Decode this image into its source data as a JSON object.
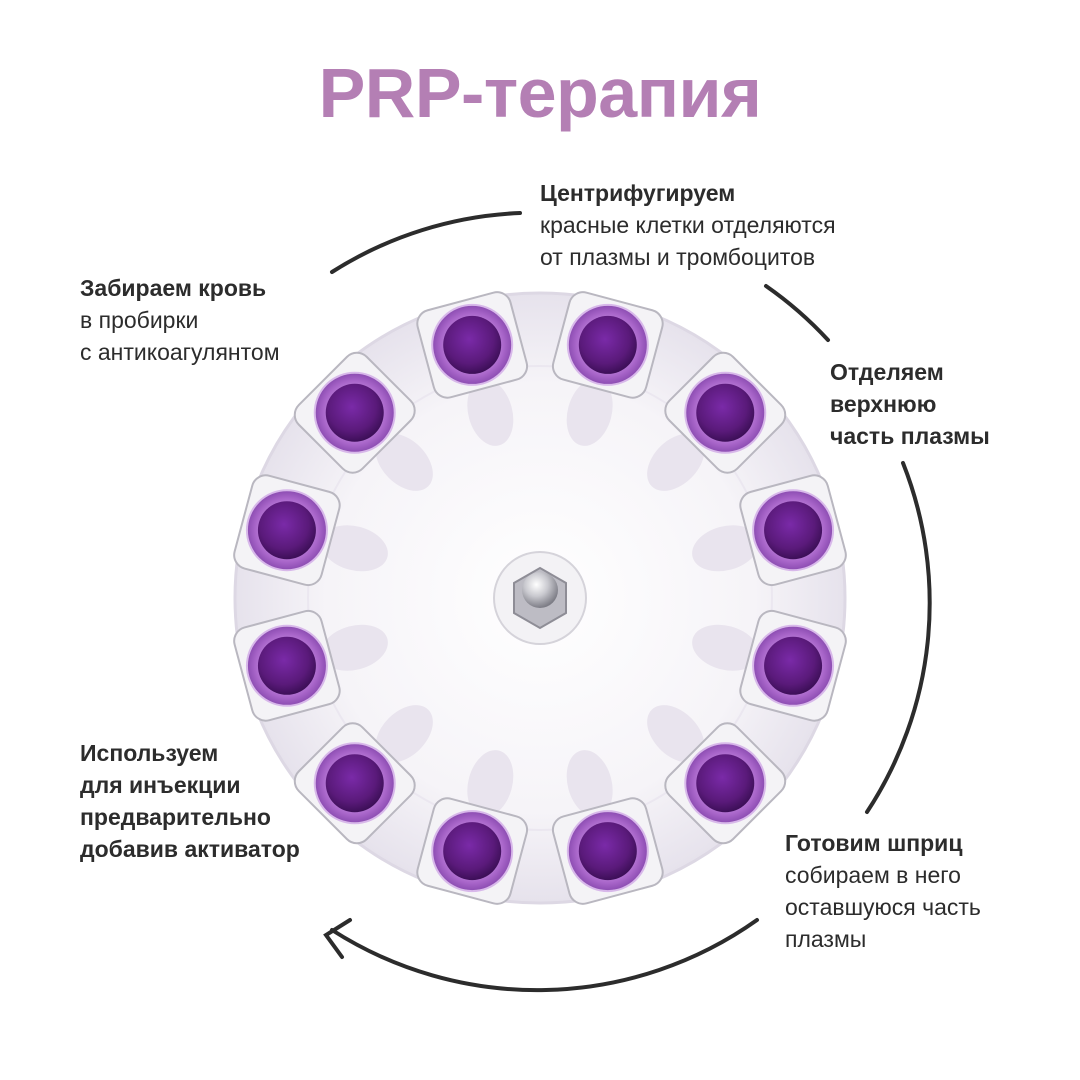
{
  "title": "PRP-терапия",
  "colors": {
    "title": "#b47fb4",
    "tube_cap": "#a865c9",
    "tube_inner": "#5a1a7a",
    "arrow": "#2c2c2c",
    "text": "#2c2c2c"
  },
  "steps": [
    {
      "heading": "Забираем кровь",
      "lines": [
        "в пробирки",
        "с антикоагулянтом"
      ]
    },
    {
      "heading": "Центрифугируем",
      "lines": [
        "красные клетки отделяются",
        "от плазмы и тромбоцитов"
      ]
    },
    {
      "heading": "Отделяем",
      "lines": [
        "верхнюю",
        "часть плазмы"
      ]
    },
    {
      "heading": "Готовим шприц",
      "lines": [
        "собираем в него",
        "оставшуюся часть",
        "плазмы"
      ]
    },
    {
      "heading": "Используем",
      "lines": [
        "для инъекции",
        "предварительно",
        "добавив активатор"
      ]
    }
  ],
  "centrifuge": {
    "tube_count": 12,
    "icon": "centrifuge-rotor-icon"
  }
}
